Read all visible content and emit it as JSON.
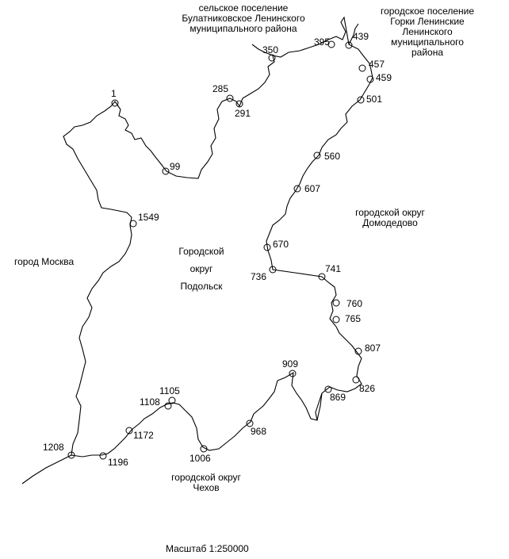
{
  "regions": {
    "bulatnikovskoe": [
      "сельское поселение",
      "Булатниковское Ленинского",
      "муниципального района"
    ],
    "gorki": [
      "городское поселение",
      "Горки Ленинские",
      "Ленинского",
      "муниципального",
      "района"
    ],
    "domodedovo": [
      "городской округ",
      "Домодедово"
    ],
    "moscow": "город Москва",
    "podolsk": [
      "Городской",
      "округ",
      "Подольск"
    ],
    "chekhov": [
      "городской округ",
      "Чехов"
    ]
  },
  "scale": "Масштаб 1:250000",
  "points": [
    "1",
    "99",
    "285",
    "291",
    "350",
    "395",
    "439",
    "457",
    "459",
    "501",
    "560",
    "607",
    "670",
    "736",
    "741",
    "760",
    "765",
    "807",
    "826",
    "869",
    "909",
    "968",
    "1006",
    "1105",
    "1108",
    "1172",
    "1196",
    "1208",
    "1549"
  ]
}
